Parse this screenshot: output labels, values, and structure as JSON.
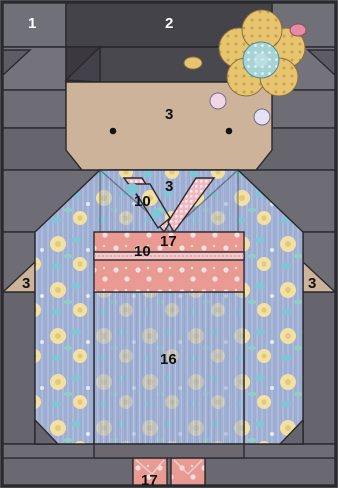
{
  "labels": {
    "piece_1": "1",
    "piece_2": "2",
    "face": "3",
    "neck": "3",
    "collar": "10",
    "sash_upper": "17",
    "sash_band": "10",
    "sleeve_left": "3",
    "sleeve_right": "3",
    "kimono": "16",
    "feet": "17"
  },
  "colors": {
    "background_gray": "#6b6870",
    "hair": "#3f3d44",
    "skin": "#cdb39a",
    "kimono_blue": "#9eaed3",
    "sash_pink": "#e99a92",
    "band_pink": "#f4c6c8",
    "collar_pink": "#f2b8c0",
    "seam": "#2a2a2e",
    "flower_gold": "#e7c470",
    "flower_teal": "#a6d3d6",
    "floral_yellow": "#f2e1a2",
    "floral_teal": "#7ec7d6"
  },
  "icons": {
    "flower": "hair-flower-icon",
    "dot": "eye-dot-icon"
  }
}
